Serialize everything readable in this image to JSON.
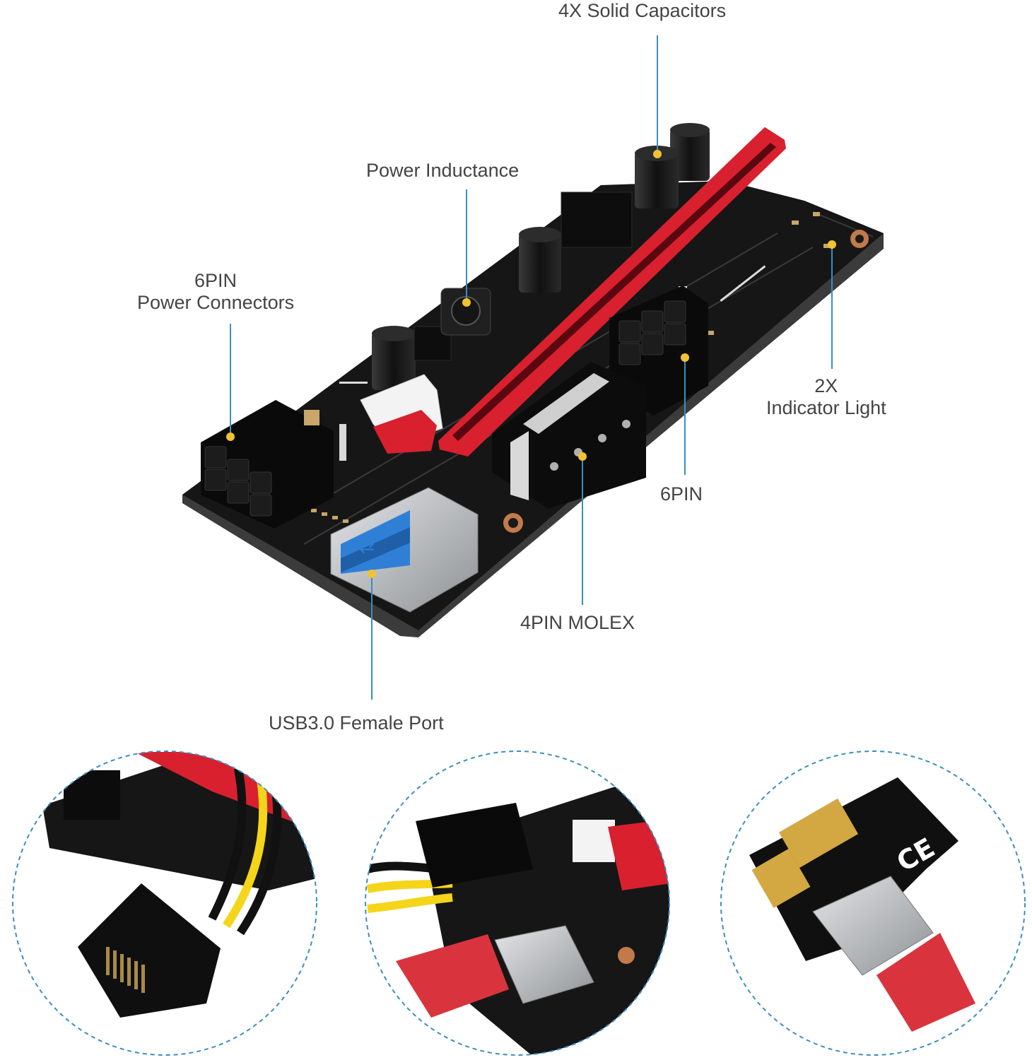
{
  "colors": {
    "pcb": "#1a1a1a",
    "pcb_edge": "#2a2a2a",
    "slot_red": "#d8202e",
    "slot_dark": "#9c1220",
    "callout_line": "#3a8fbf",
    "callout_dot": "#f2c230",
    "dashed_circle": "#3a8fbf",
    "label_text": "#444444",
    "usb_blue": "#2f7fd6",
    "metal": "#b9bcc0",
    "gold": "#d3a843",
    "cable_yellow": "#f5d51a",
    "cable_black": "#111111",
    "cable_red": "#d9343e"
  },
  "callouts": {
    "capacitors": "4X Solid Capacitors",
    "inductance": "Power Inductance",
    "power_connectors_line1": "6PIN",
    "power_connectors_line2": "Power Connectors",
    "indicator_line1": "2X",
    "indicator_line2": "Indicator Light",
    "six_pin": "6PIN",
    "molex": "4PIN MOLEX",
    "usb_port": "USB3.0 Female Port"
  },
  "icons": [
    "usb-trident-icon",
    "ce-mark-icon"
  ]
}
